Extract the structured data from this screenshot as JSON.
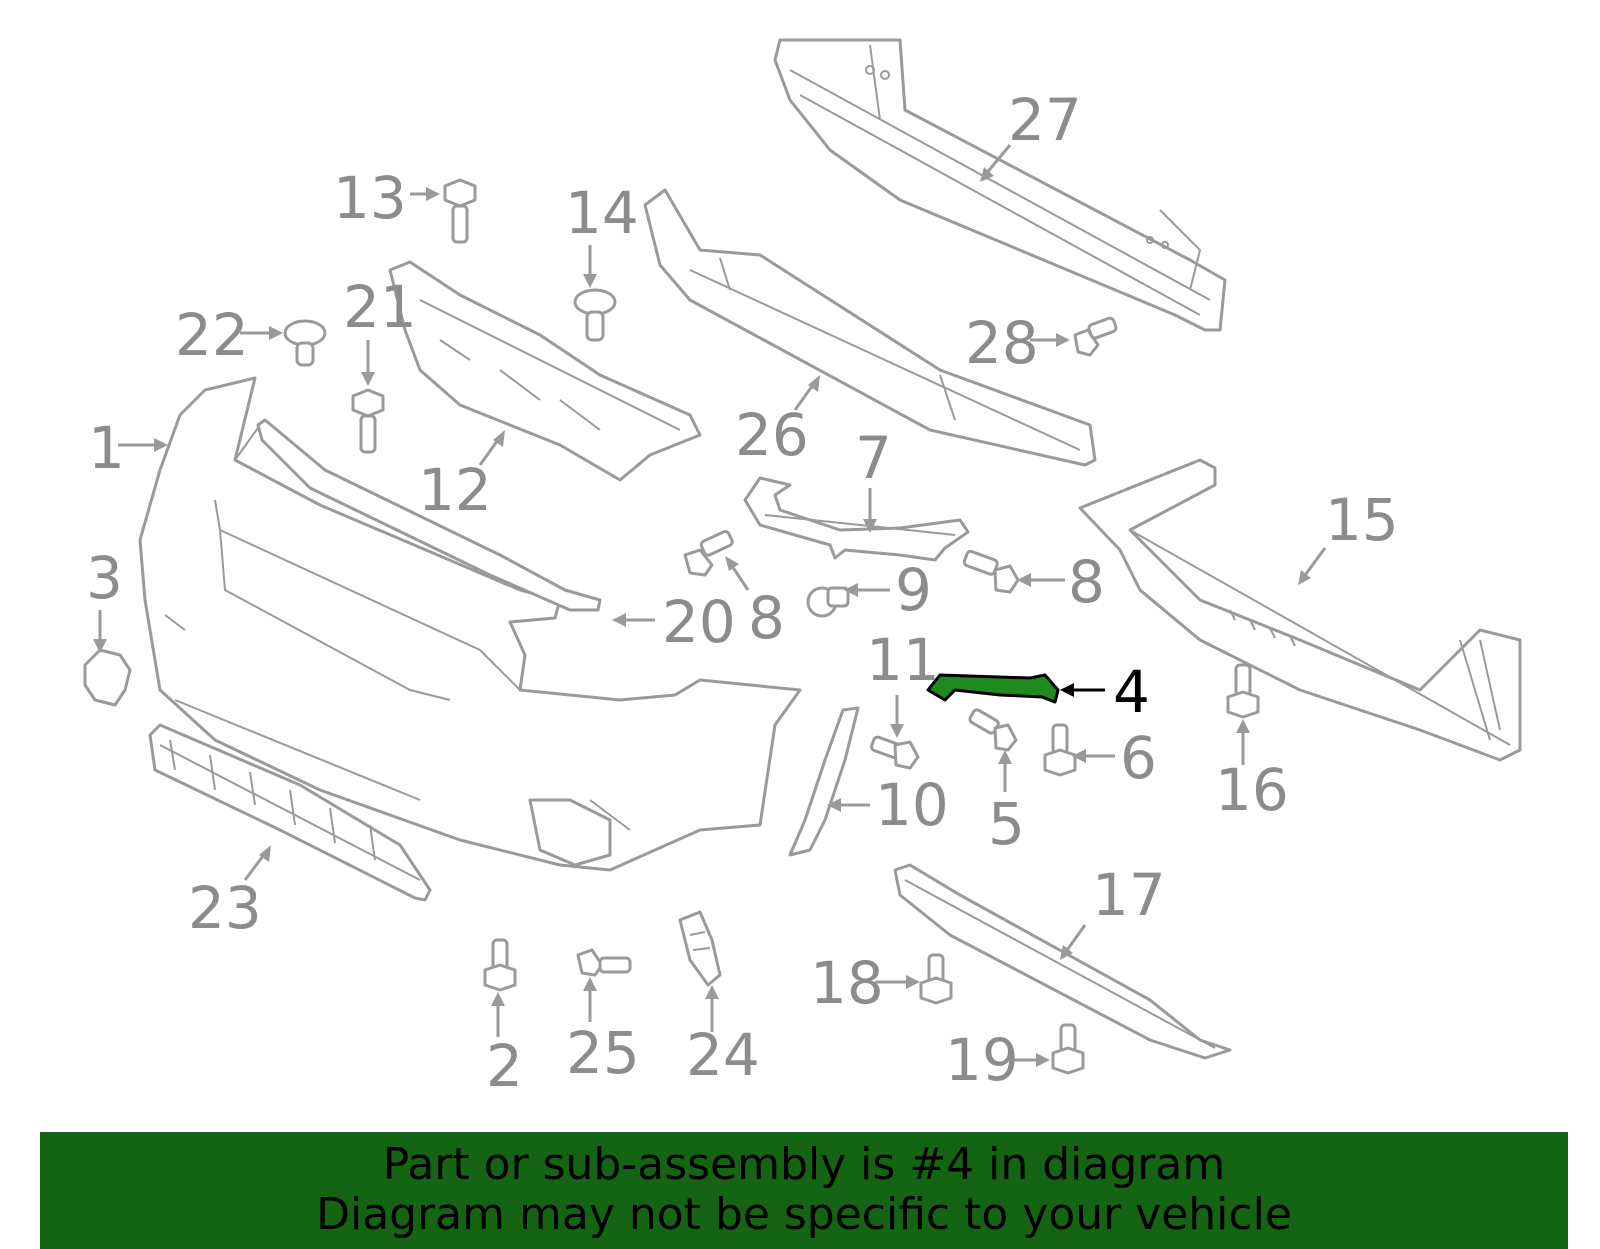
{
  "colors": {
    "part_stroke": "#9a9a9a",
    "label": "#8c8c8c",
    "highlight": "#1f8a1f",
    "banner": "#146414"
  },
  "highlighted_part": "4",
  "callouts": {
    "c1": "1",
    "c2": "2",
    "c3": "3",
    "c4": "4",
    "c5": "5",
    "c6": "6",
    "c7": "7",
    "c8a": "8",
    "c8b": "8",
    "c9": "9",
    "c10": "10",
    "c11": "11",
    "c12": "12",
    "c13": "13",
    "c14": "14",
    "c15": "15",
    "c16": "16",
    "c17": "17",
    "c18": "18",
    "c19": "19",
    "c20": "20",
    "c21": "21",
    "c22": "22",
    "c23": "23",
    "c24": "24",
    "c25": "25",
    "c26": "26",
    "c27": "27",
    "c28": "28"
  },
  "banner": {
    "line1": "Part or sub-assembly is #4 in diagram",
    "line2": "Diagram may not be specific to your vehicle"
  }
}
